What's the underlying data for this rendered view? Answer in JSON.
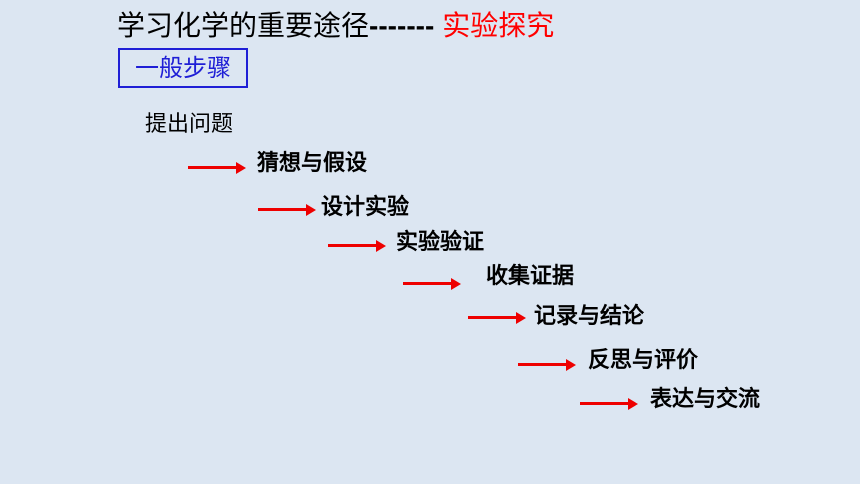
{
  "title": {
    "main": "学习化学的重要途径",
    "dashes": "-------",
    "highlight": "实验探究"
  },
  "box_label": "一般步骤",
  "steps": [
    "提出问题",
    "猜想与假设",
    "设计实验",
    "实验验证",
    "收集证据",
    "记录与结论",
    "反思与评价",
    "表达与交流"
  ],
  "colors": {
    "background": "#dce6f2",
    "arrow": "#ee0000",
    "highlight": "#ff0000",
    "box": "#1f1fd6"
  }
}
